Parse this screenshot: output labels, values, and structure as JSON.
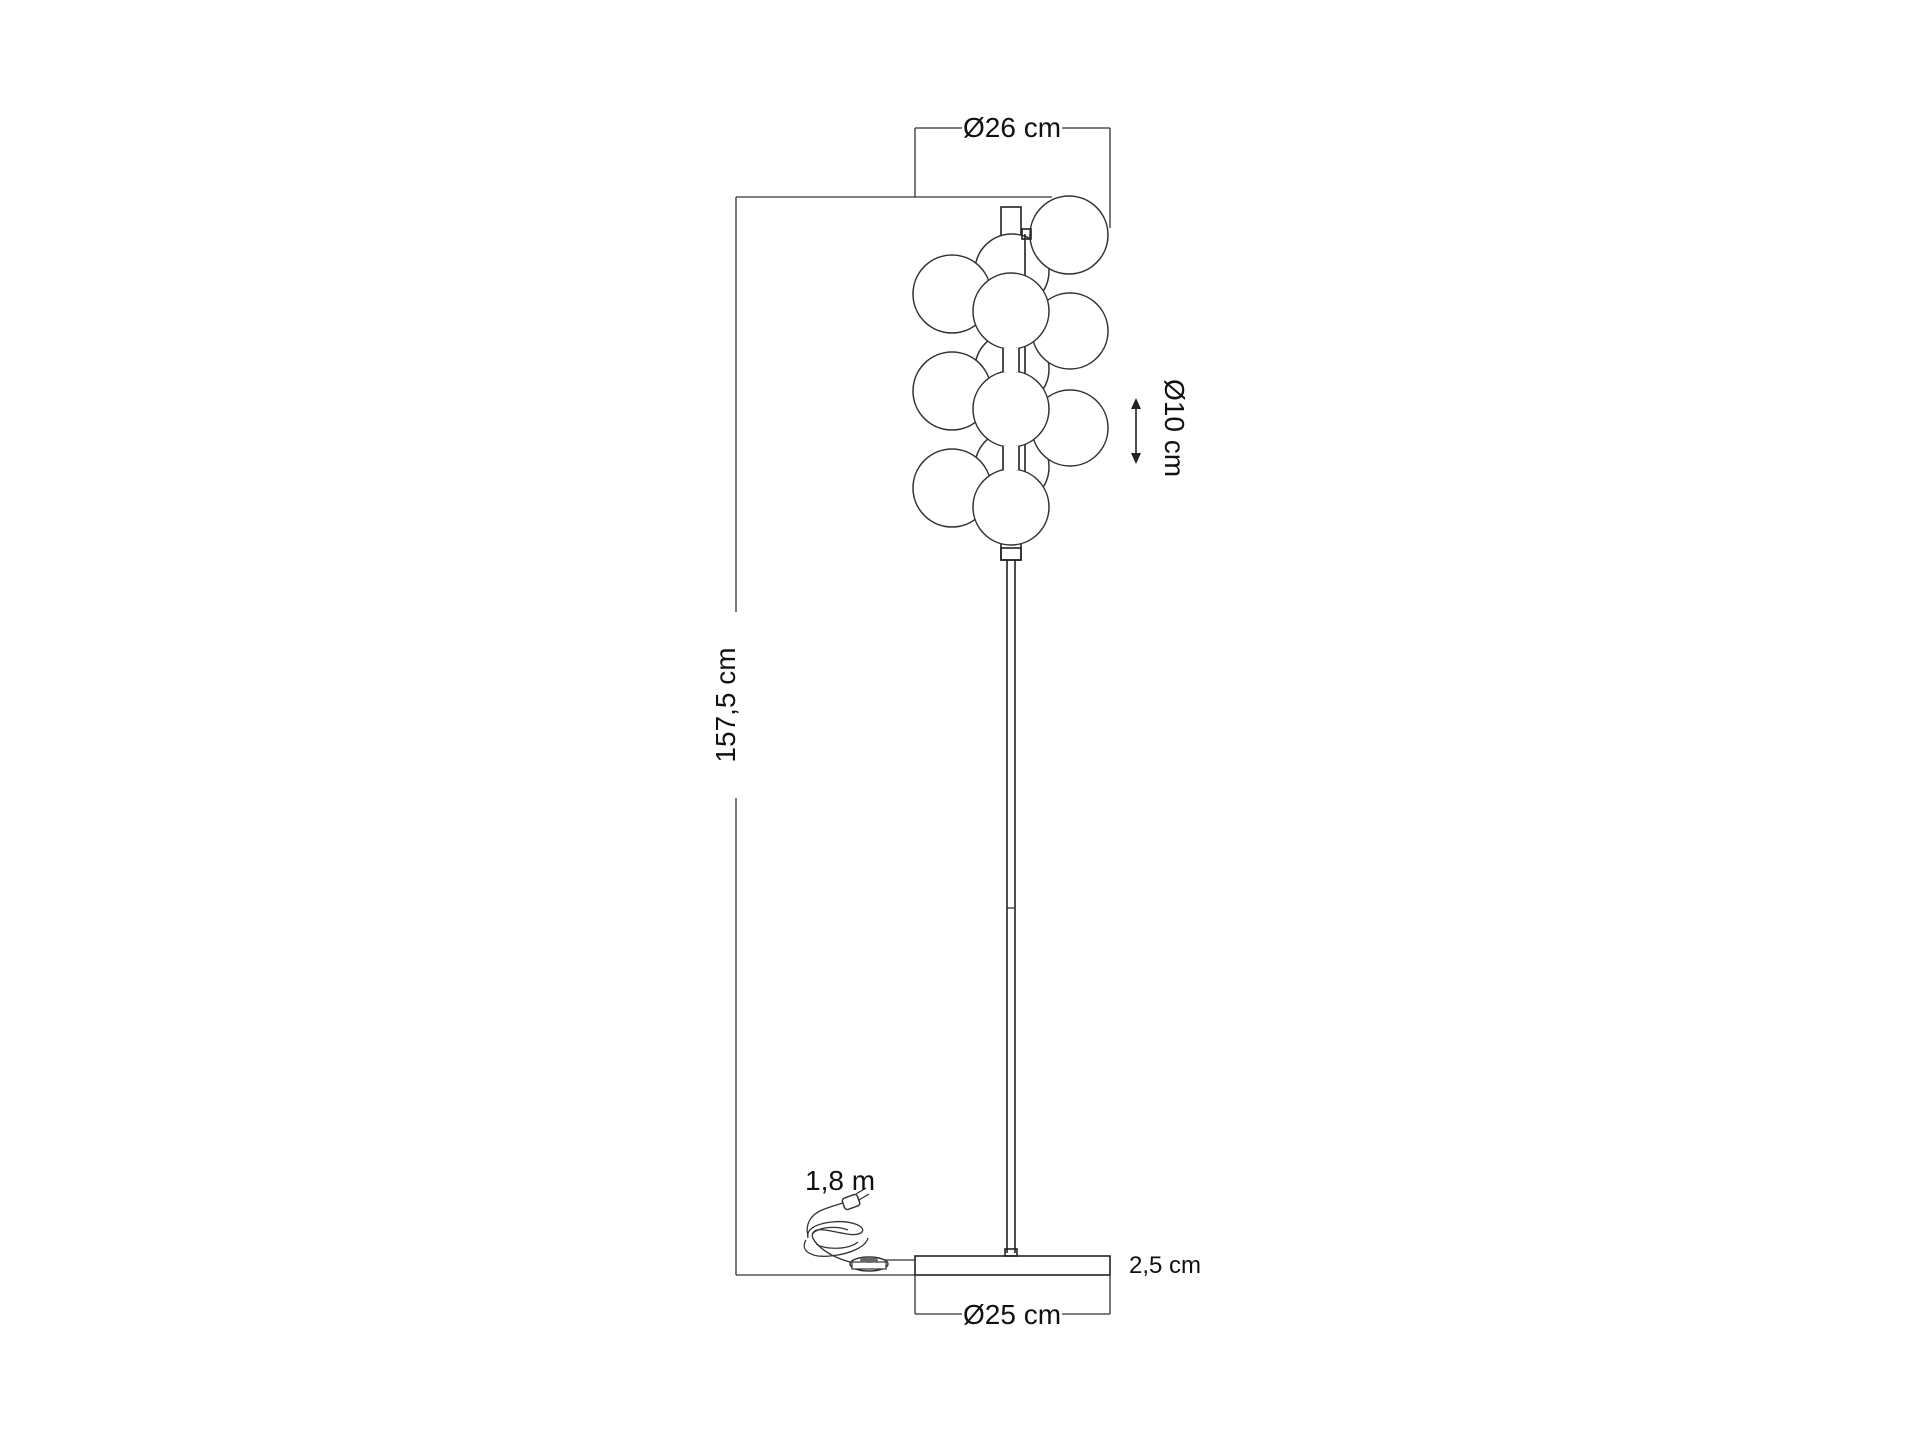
{
  "dimensions": {
    "shade_diameter": "Ø26 cm",
    "globe_diameter": "Ø10 cm",
    "total_height": "157,5 cm",
    "cable_length": "1,8 m",
    "base_height": "2,5 cm",
    "base_diameter": "Ø25 cm"
  },
  "icons": {
    "plug": "plug-icon",
    "foot_switch": "foot-switch-icon"
  },
  "colors": {
    "line": "#222222",
    "background": "#ffffff"
  }
}
